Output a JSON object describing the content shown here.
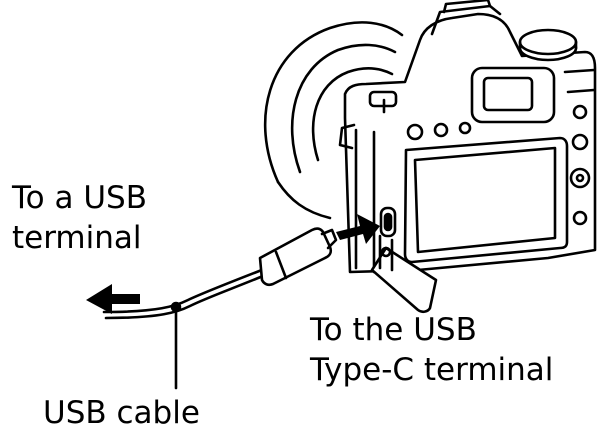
{
  "labels": {
    "to_usb_terminal": "To a USB\nterminal",
    "to_usb_c_terminal": "To the USB\nType-C terminal",
    "usb_cable": "USB cable"
  }
}
